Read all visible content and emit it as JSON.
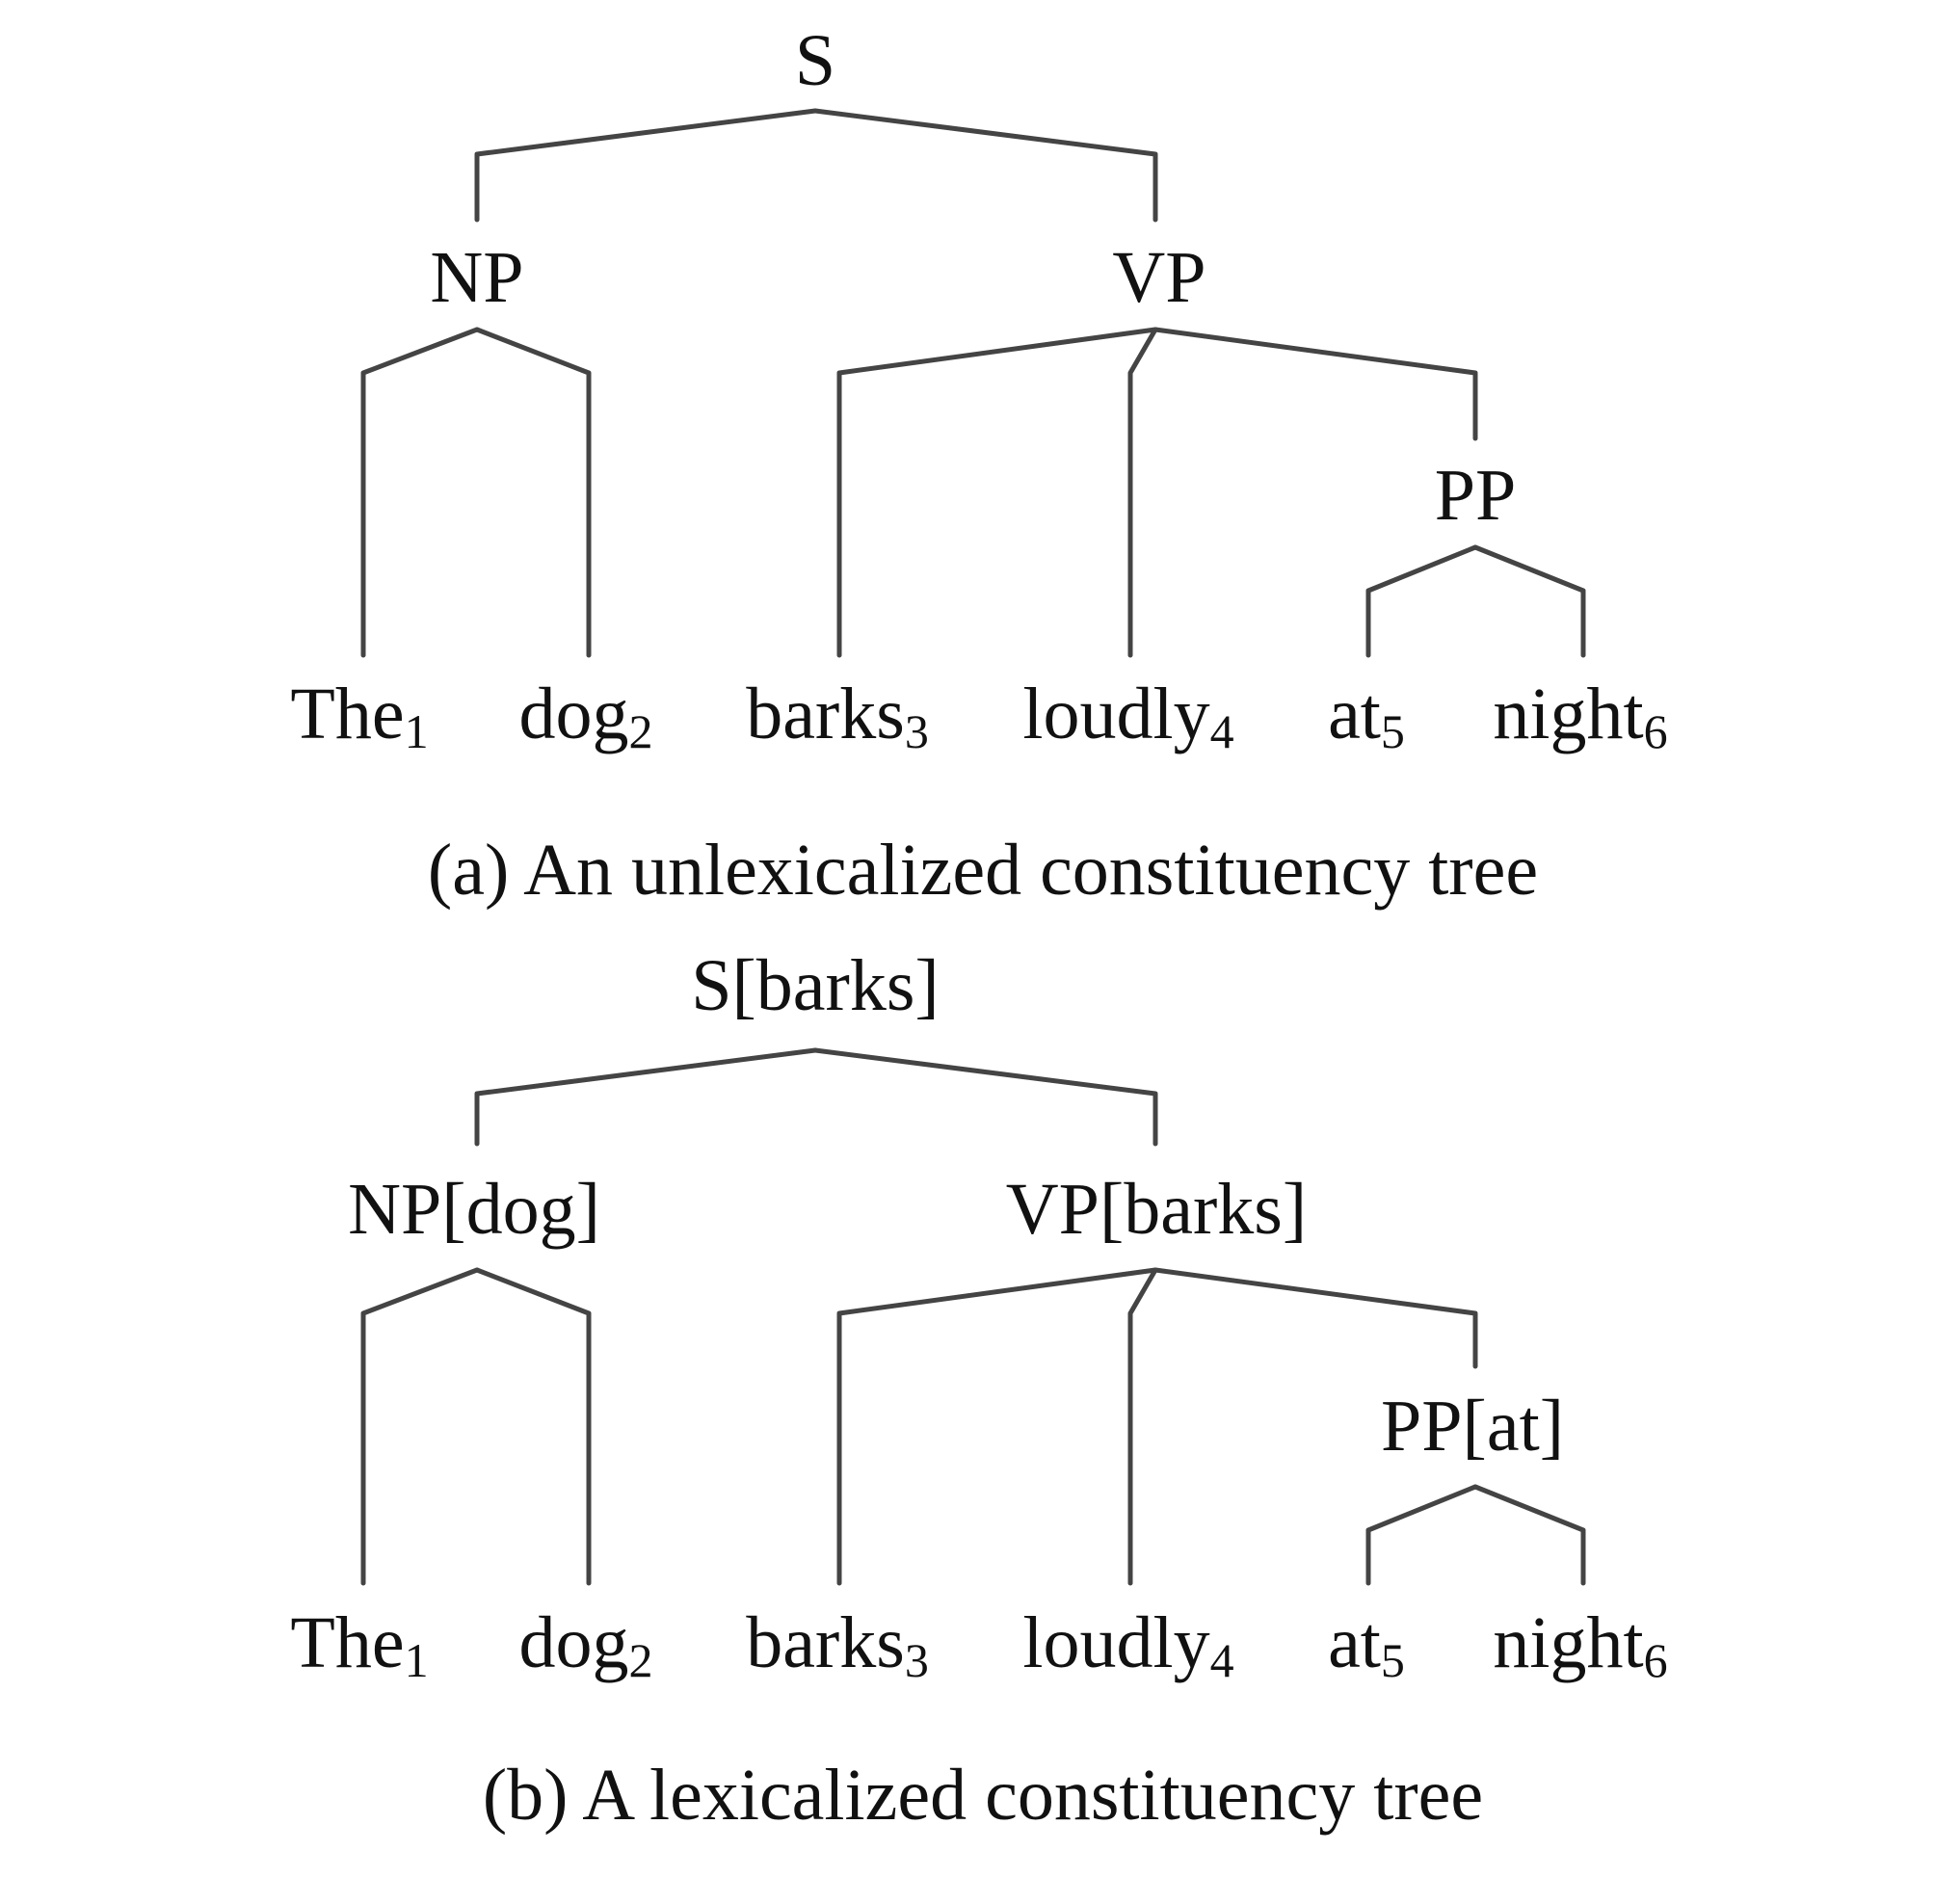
{
  "tree_a": {
    "caption": "(a) An unlexicalized constituency tree",
    "nodes": {
      "s": "S",
      "np": "NP",
      "vp": "VP",
      "pp": "PP"
    },
    "leaves": [
      {
        "word": "The",
        "index": "1"
      },
      {
        "word": "dog",
        "index": "2"
      },
      {
        "word": "barks",
        "index": "3"
      },
      {
        "word": "loudly",
        "index": "4"
      },
      {
        "word": "at",
        "index": "5"
      },
      {
        "word": "night",
        "index": "6"
      }
    ]
  },
  "tree_b": {
    "caption": "(b) A lexicalized constituency tree",
    "nodes": {
      "s": "S[barks]",
      "np": "NP[dog]",
      "vp": "VP[barks]",
      "pp": "PP[at]"
    },
    "leaves": [
      {
        "word": "The",
        "index": "1"
      },
      {
        "word": "dog",
        "index": "2"
      },
      {
        "word": "barks",
        "index": "3"
      },
      {
        "word": "loudly",
        "index": "4"
      },
      {
        "word": "at",
        "index": "5"
      },
      {
        "word": "night",
        "index": "6"
      }
    ]
  },
  "colors": {
    "edge": "#444444",
    "text": "#111111",
    "background": "#ffffff"
  }
}
